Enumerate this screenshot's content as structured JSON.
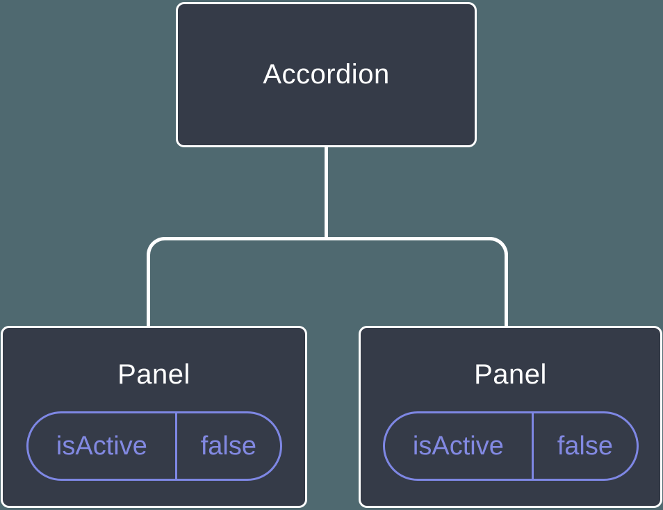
{
  "diagram": {
    "type": "component-tree",
    "background_color": "#4F6970",
    "node_fill_color": "#353B48",
    "node_border_color": "#FFFFFF",
    "node_text_color": "#FFFFFF",
    "accent_color": "#7E87E4",
    "root": {
      "label": "Accordion"
    },
    "children": [
      {
        "label": "Panel",
        "state": {
          "key": "isActive",
          "value": "false"
        }
      },
      {
        "label": "Panel",
        "state": {
          "key": "isActive",
          "value": "false"
        }
      }
    ]
  }
}
